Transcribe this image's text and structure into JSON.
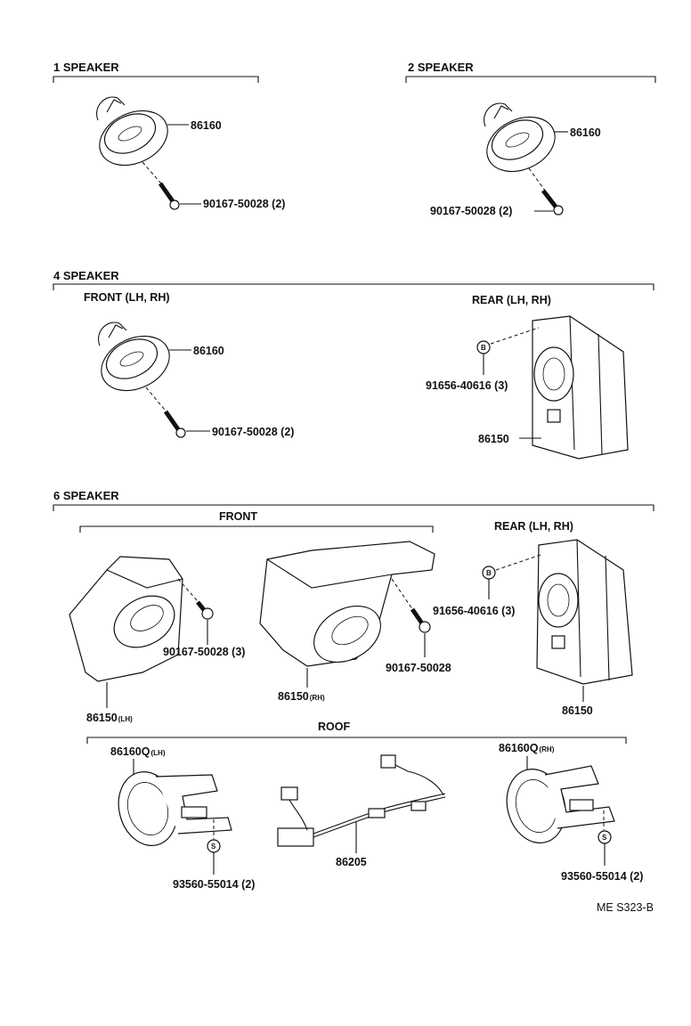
{
  "sections": {
    "one": {
      "title": "1 SPEAKER",
      "speaker": "86160",
      "screw": "90167-50028 (2)"
    },
    "two": {
      "title": "2 SPEAKER",
      "speaker": "86160",
      "screw": "90167-50028 (2)"
    },
    "four": {
      "title": "4 SPEAKER",
      "front_title": "FRONT (LH, RH)",
      "rear_title": "REAR (LH, RH)",
      "front_speaker": "86160",
      "front_screw": "90167-50028 (2)",
      "rear_screw": "91656-40616 (3)",
      "rear_screw_mark": "B",
      "rear_speaker": "86150"
    },
    "six": {
      "title": "6 SPEAKER",
      "front_title": "FRONT",
      "rear_title": "REAR (LH, RH)",
      "front_lh_part": "86150",
      "front_lh_sub": "(LH)",
      "front_lh_screw": "90167-50028 (3)",
      "front_rh_part": "86150",
      "front_rh_sub": "(RH)",
      "front_rh_screw": "90167-50028",
      "rear_screw": "91656-40616 (3)",
      "rear_screw_mark": "B",
      "rear_part": "86150",
      "roof_title": "ROOF",
      "roof_lh_part": "86160Q",
      "roof_lh_sub": "(LH)",
      "roof_rh_part": "86160Q",
      "roof_rh_sub": "(RH)",
      "roof_harness": "86205",
      "roof_lh_screw": "93560-55014 (2)",
      "roof_rh_screw": "93560-55014 (2)",
      "roof_screw_mark": "S"
    }
  },
  "footer": {
    "code": "ME  S323-B"
  }
}
